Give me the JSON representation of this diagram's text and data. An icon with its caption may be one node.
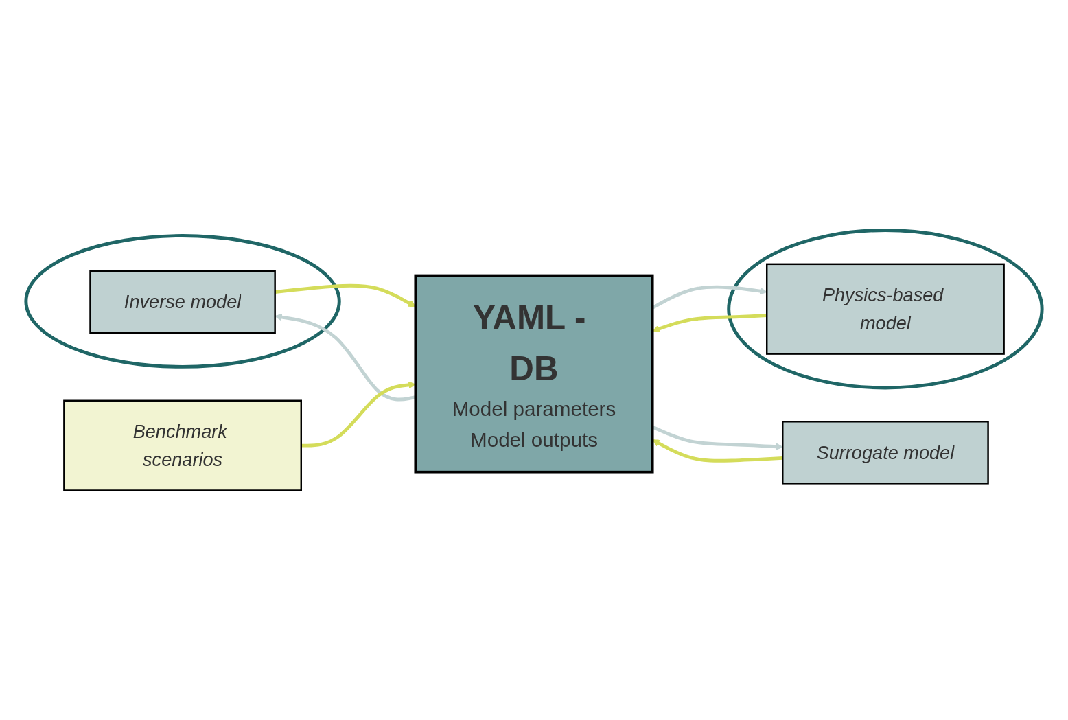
{
  "diagram": {
    "nodes": [
      {
        "text": [],
        "shape": "ellipse"
      },
      {
        "text": [
          "Inverse model"
        ],
        "in": 0
      },
      {
        "text": [
          "YAML - DB",
          "Model parameters",
          "Model outputs"
        ]
      },
      {
        "text": [
          "Benchmark scenarios"
        ]
      },
      {
        "text": [
          "Surrogate model"
        ]
      },
      {
        "text": [],
        "shape": "ellipse"
      },
      {
        "text": [
          "Physics-based model"
        ],
        "in": 5
      }
    ],
    "edges": [
      {
        "from": 1,
        "to": 2,
        "arrow": "to",
        "color": "#d4dc5a"
      },
      {
        "from": 2,
        "to": 1,
        "arrow": "to",
        "color": "#c2d3d3"
      },
      {
        "from": 3,
        "to": 2,
        "arrow": "to",
        "color": "#d4dc5a"
      },
      {
        "from": 2,
        "to": 4,
        "arrow": "to",
        "color": "#c2d3d3"
      },
      {
        "from": 4,
        "to": 2,
        "arrow": "to",
        "color": "#d4dc5a"
      },
      {
        "from": 2,
        "to": 6,
        "arrow": "to",
        "color": "#c2d3d3"
      },
      {
        "from": 6,
        "to": 2,
        "arrow": "to",
        "color": "#d4dc5a"
      }
    ]
  }
}
